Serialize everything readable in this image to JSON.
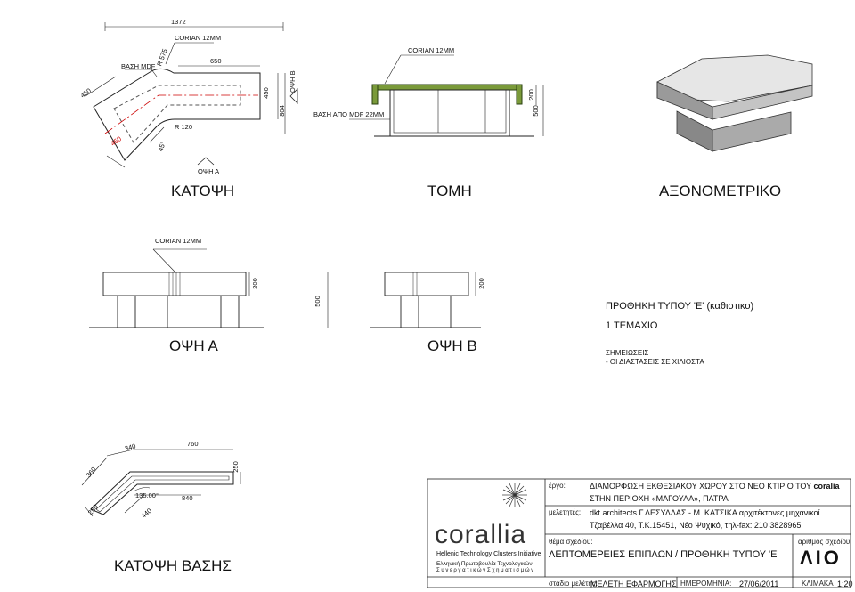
{
  "views": {
    "plan": {
      "title": "ΚΑΤΟΨΗ",
      "dim_top": "1372",
      "corian": "CORIAN 12MM",
      "base_mdf": "ΒΑΣΗ MDF",
      "r575": "R 575",
      "d650": "650",
      "d450_left": "450",
      "d450_right": "450",
      "d804": "804",
      "d450_bottom": "450",
      "angle45": "45°",
      "r120": "R 120",
      "view_a": "ΟΨΗ Α",
      "view_b": "ΟΨΗ Β"
    },
    "section": {
      "title": "ΤΟΜΗ",
      "corian": "CORIAN 12MM",
      "base": "ΒΑΣΗ ΑΠΟ MDF 22MM",
      "d200": "200",
      "d500": "500"
    },
    "axo": {
      "title": "ΑΞΟΝΟΜΕΤΡΙΚΟ"
    },
    "elev_a": {
      "title": "ΟΨΗ Α",
      "corian": "CORIAN 12MM",
      "d200": "200",
      "d500": "500"
    },
    "elev_b": {
      "title": "ΟΨΗ Β",
      "d200": "200"
    },
    "base_plan": {
      "title": "ΚΑΤΟΨΗ ΒΑΣΗΣ",
      "d760": "760",
      "d340": "340",
      "d360": "360",
      "d250_right": "250",
      "d250_left": "250",
      "angle": "135.00°",
      "d840": "840",
      "d440": "440"
    }
  },
  "notes": {
    "showcase": "ΠΡΟΘΗΚΗ ΤΥΠΟΥ 'Ε' (καθιστικο)",
    "qty": "1    ΤΕΜΑΧΙΟ",
    "remarks_title": "ΣΗΜΕΙΩΣΕΙΣ",
    "remarks_1": "- ΟΙ ΔΙΑΣΤΑΣΕΙΣ ΣΕ ΧΙΛΙΟΣΤΑ"
  },
  "title_block": {
    "project_key": "έργο:",
    "project_line1_a": "ΔΙΑΜΟΡΦΩΣΗ ΕΚΘΕΣΙΑΚΟΥ ΧΩΡΟΥ  ΣΤΟ ΝΕΟ ΚΤΙΡΙΟ ΤΟΥ ",
    "project_line1_b": "coralia",
    "project_line2": "ΣΤΗΝ ΠΕΡΙΟΧΗ «ΜΑΓΟΥΛΑ», ΠΑΤΡΑ",
    "designers_key": "μελετητές:",
    "designers_line1": "dkt architects   Γ.ΔΕΣΥΛΛΑΣ - Μ. ΚΑΤΣΙΚΑ   αρχιτέκτονες μηχανικοί",
    "designers_line2": "Τζαβέλλα 40, Τ.Κ.15451, Νέο Ψυχικό, τηλ-fax: 210 3828965",
    "theme_key": "θέμα σχεδίου:",
    "theme": "ΛΕΠΤΟΜΕΡΕΙΕΣ ΕΠΙΠΛΩΝ / ΠΡΟΘΗΚΗ ΤΥΠΟΥ 'Ε'",
    "drawing_no_key": "αριθμός σχεδίου:",
    "drawing_no": "ΛΙΟ",
    "stage_key": "στάδιο μελέτης:",
    "stage": "ΜΕΛΕΤΗ ΕΦΑΡΜΟΓΗΣ",
    "date_key": "ΗΜΕΡΟΜΗΝΙΑ:",
    "date": "27/06/2011",
    "scale_key": "ΚΛΙΜΑΚΑ",
    "scale": "1:20",
    "logo_word": "corallia",
    "logo_sub1": "Hellenic Technology Clusters Initiative",
    "logo_sub2": "Ελληνική Πρωτοβουλία Τεχνολογικών",
    "logo_sub3": "Σ υ ν ε ρ γ α τ ι κ ώ ν   Σ χ η μ α τ ι σ μ ώ ν"
  }
}
